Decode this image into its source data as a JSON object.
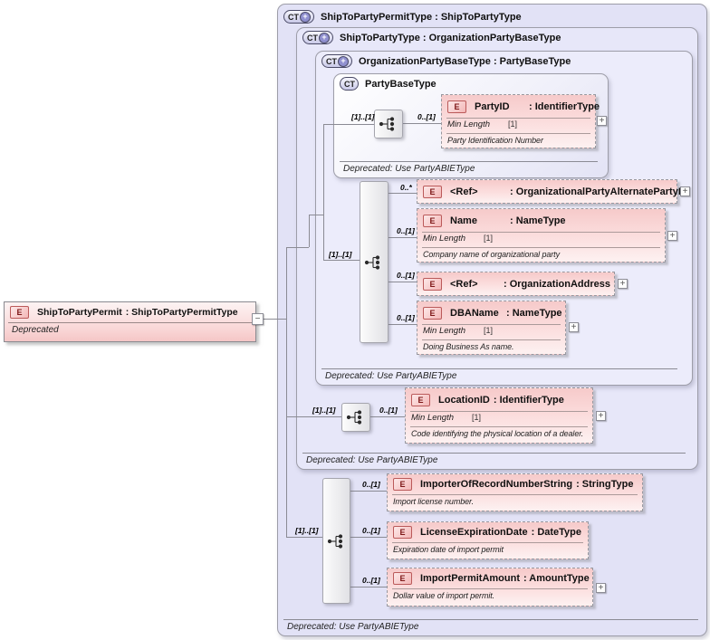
{
  "icons": {
    "e": "E",
    "ct": "CT",
    "plus": "+",
    "minus": "−"
  },
  "root": {
    "name": "ShipToPartyPermit",
    "type": ": ShipToPartyPermitType",
    "note": "Deprecated"
  },
  "containers": {
    "c1": {
      "title": "ShipToPartyPermitType : ShipToPartyType",
      "footer": "Deprecated: Use PartyABIEType"
    },
    "c2": {
      "title": "ShipToPartyType : OrganizationPartyBaseType",
      "footer": "Deprecated: Use PartyABIEType"
    },
    "c3": {
      "title": "OrganizationPartyBaseType : PartyBaseType",
      "footer": "Deprecated: Use PartyABIEType"
    },
    "c4": {
      "title": "PartyBaseType",
      "footer": "Deprecated: Use PartyABIEType"
    }
  },
  "groups": {
    "g1": {
      "occurs": "[1]..[1]"
    },
    "g2": {
      "occurs": "[1]..[1]"
    },
    "g3": {
      "occurs": "[1]..[1]"
    },
    "g4": {
      "occurs": "[1]..[1]"
    }
  },
  "elements": {
    "party_id": {
      "name": "PartyID",
      "type": ": IdentifierType",
      "occurs": "0..[1]",
      "facet_label": "Min Length",
      "facet_value": "[1]",
      "description": "Party Identification Number"
    },
    "ref_alternate_party": {
      "name": "<Ref>",
      "type": ": OrganizationalPartyAlternatePartyId",
      "occurs": "0..*"
    },
    "name": {
      "name": "Name",
      "type": ": NameType",
      "occurs": "0..[1]",
      "facet_label": "Min Length",
      "facet_value": "[1]",
      "description": "Company name of organizational party"
    },
    "ref_organization_address": {
      "name": "<Ref>",
      "type": ": OrganizationAddress",
      "occurs": "0..[1]"
    },
    "dba_name": {
      "name": "DBAName",
      "type": ": NameType",
      "occurs": "0..[1]",
      "facet_label": "Min Length",
      "facet_value": "[1]",
      "description": "Doing Business As name."
    },
    "location_id": {
      "name": "LocationID",
      "type": ": IdentifierType",
      "occurs": "0..[1]",
      "facet_label": "Min Length",
      "facet_value": "[1]",
      "description": "Code identifying the physical location of a dealer."
    },
    "importer_of_record": {
      "name": "ImporterOfRecordNumberString",
      "type": ": StringType",
      "occurs": "0..[1]",
      "description": "Import license number."
    },
    "license_expiration": {
      "name": "LicenseExpirationDate",
      "type": ": DateType",
      "occurs": "0..[1]",
      "description": "Expiration date of import permit"
    },
    "import_permit_amount": {
      "name": "ImportPermitAmount",
      "type": ": AmountType",
      "occurs": "0..[1]",
      "description": "Dollar value of import permit."
    }
  },
  "colors": {
    "container_fill": "#e2e2f6",
    "element_fill": "#f6caca",
    "element_border": "#98989f",
    "line": "#8b8b94",
    "badge_border": "#bb5a5a"
  }
}
